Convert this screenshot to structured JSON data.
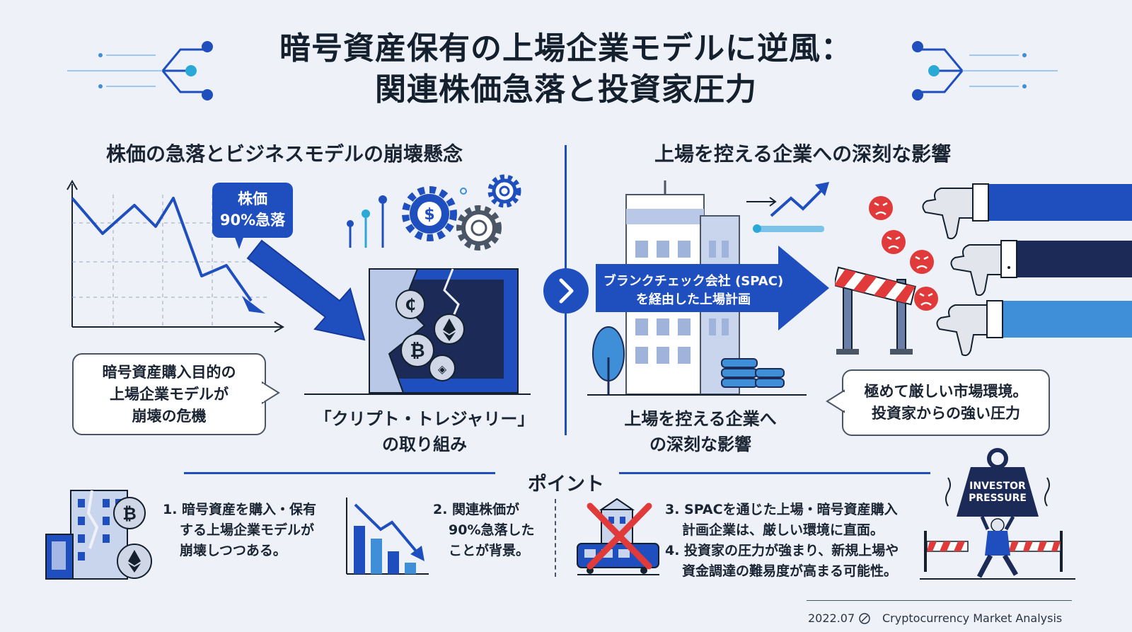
{
  "title": {
    "line1": "暗号資産保有の上場企業モデルに逆風：",
    "line2": "関連株価急落と投資家圧力"
  },
  "left_section": {
    "heading": "株価の急落とビジネスモデルの崩壊懸念",
    "drop_badge_line1": "株価",
    "drop_badge_line2": "90%急落",
    "callout_line1": "暗号資産購入目的の",
    "callout_line2": "上場企業モデルが",
    "callout_line3": "崩壊の危機",
    "caption_line1": "「クリプト・トレジャリー」",
    "caption_line2": "の取り組み"
  },
  "right_section": {
    "heading": "上場を控える企業への深刻な影響",
    "arrow_line1": "ブランクチェック会社 (SPAC)",
    "arrow_line2": "を経由した上場計画",
    "caption_line1": "上場を控える企業へ",
    "caption_line2": "の深刻な影響",
    "callout_line1": "極めて厳しい市場環境。",
    "callout_line2": "投資家からの強い圧力"
  },
  "points": {
    "heading": "ポイント",
    "p1_line1": "1. 暗号資産を購入・保有",
    "p1_line2": "する上場企業モデルが",
    "p1_line3": "崩壊しつつある。",
    "p2_line1": "2. 関連株価が",
    "p2_line2": "90%急落した",
    "p2_line3": "ことが背景。",
    "p3_line1": "3. SPACを通じた上場・暗号資産購入",
    "p3_line2": "計画企業は、厳しい環境に直面。",
    "p4_line1": "4. 投資家の圧力が強まり、新規上場や",
    "p4_line2": "資金調達の難易度が高まる可能性。",
    "weight_line1": "INVESTOR",
    "weight_line2": "PRESSURE"
  },
  "footer": {
    "date": "2022.07",
    "label": "Cryptocurrency Market Analysis"
  },
  "icons": [
    "circuit-node-icon",
    "chevron-right-icon",
    "gear-icon",
    "dollar-gear-icon",
    "bitcoin-coin-icon",
    "ethereum-coin-icon",
    "angry-face-icon",
    "thumbs-down-icon",
    "barrier-icon",
    "x-cross-icon",
    "weight-icon"
  ],
  "colors": {
    "primary_blue": "#1f4fbf",
    "navy": "#1b2a56",
    "light_blue": "#3f8fd8",
    "red": "#e03a3a",
    "background": "#eef2f8"
  }
}
